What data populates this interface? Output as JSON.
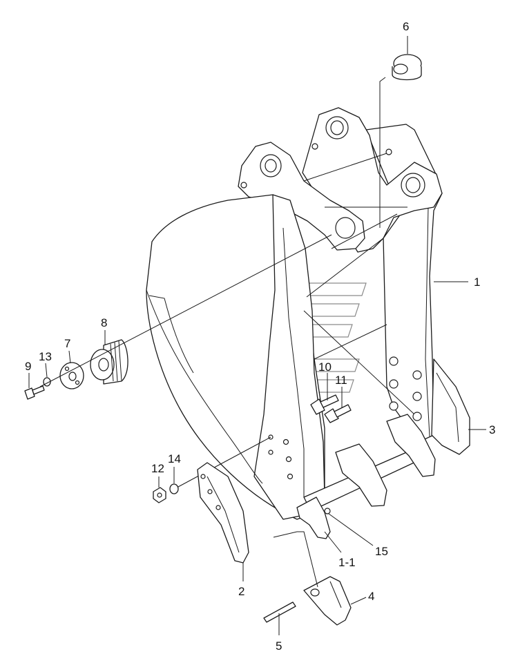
{
  "callouts": [
    {
      "id": "c6",
      "text": "6"
    },
    {
      "id": "c1",
      "text": "1"
    },
    {
      "id": "c8",
      "text": "8"
    },
    {
      "id": "c7",
      "text": "7"
    },
    {
      "id": "c9",
      "text": "9"
    },
    {
      "id": "c13",
      "text": "13"
    },
    {
      "id": "c10",
      "text": "10"
    },
    {
      "id": "c11",
      "text": "11"
    },
    {
      "id": "c3",
      "text": "3"
    },
    {
      "id": "c12",
      "text": "12"
    },
    {
      "id": "c14",
      "text": "14"
    },
    {
      "id": "c15",
      "text": "15"
    },
    {
      "id": "c1-1",
      "text": "1-1"
    },
    {
      "id": "c2",
      "text": "2"
    },
    {
      "id": "c4",
      "text": "4"
    },
    {
      "id": "c5",
      "text": "5"
    }
  ]
}
